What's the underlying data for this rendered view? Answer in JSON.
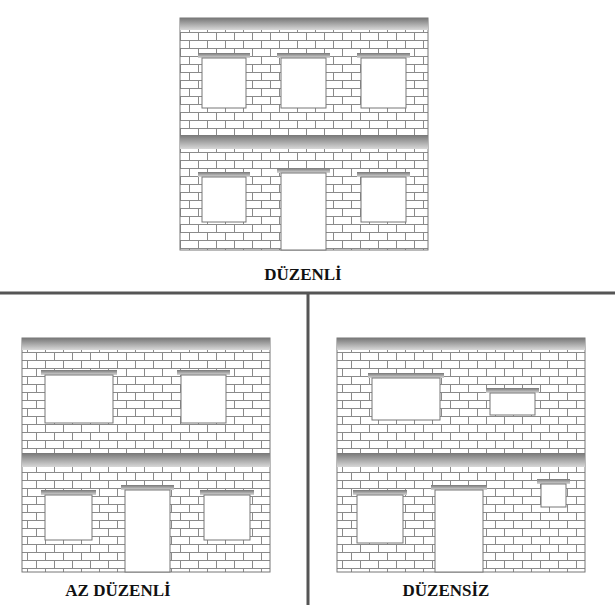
{
  "diagram": {
    "labels": [
      "DÜZENLİ",
      "AZ DÜZENLİ",
      "DÜZENSİZ"
    ]
  }
}
